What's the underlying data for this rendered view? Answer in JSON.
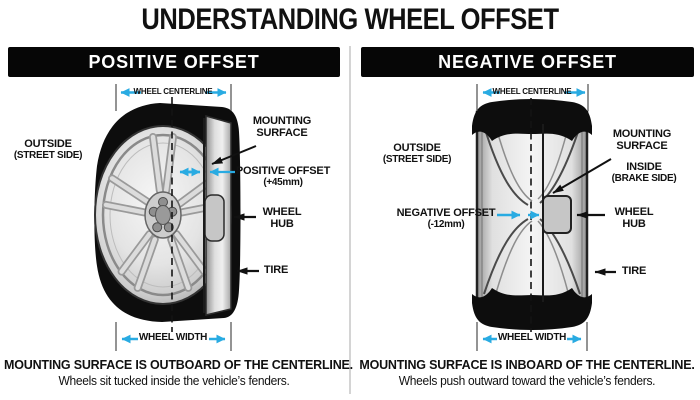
{
  "title": "UNDERSTANDING WHEEL OFFSET",
  "colors": {
    "accent_blue": "#29ABE2",
    "header_bg": "#060606",
    "header_text": "#ffffff"
  },
  "left": {
    "header": "POSITIVE OFFSET",
    "centerline_label": "WHEEL CENTERLINE",
    "outside1": "OUTSIDE",
    "outside2": "(STREET SIDE)",
    "mounting1": "MOUNTING",
    "mounting2": "SURFACE",
    "offset1": "POSITIVE OFFSET",
    "offset2": "(+45mm)",
    "hub1": "WHEEL",
    "hub2": "HUB",
    "tire": "TIRE",
    "width_label": "WHEEL WIDTH",
    "caption_bold": "MOUNTING SURFACE IS OUTBOARD OF THE CENTERLINE.",
    "caption_text": "Wheels sit tucked inside the vehicle’s fenders."
  },
  "right": {
    "header": "NEGATIVE OFFSET",
    "centerline_label": "WHEEL CENTERLINE",
    "outside1": "OUTSIDE",
    "outside2": "(STREET SIDE)",
    "mounting1": "MOUNTING",
    "mounting2": "SURFACE",
    "inside1": "INSIDE",
    "inside2": "(BRAKE SIDE)",
    "offset1": "NEGATIVE OFFSET",
    "offset2": "(-12mm)",
    "hub1": "WHEEL",
    "hub2": "HUB",
    "tire": "TIRE",
    "width_label": "WHEEL WIDTH",
    "caption_bold": "MOUNTING SURFACE IS INBOARD OF THE CENTERLINE.",
    "caption_text": "Wheels push outward toward the vehicle’s fenders."
  }
}
